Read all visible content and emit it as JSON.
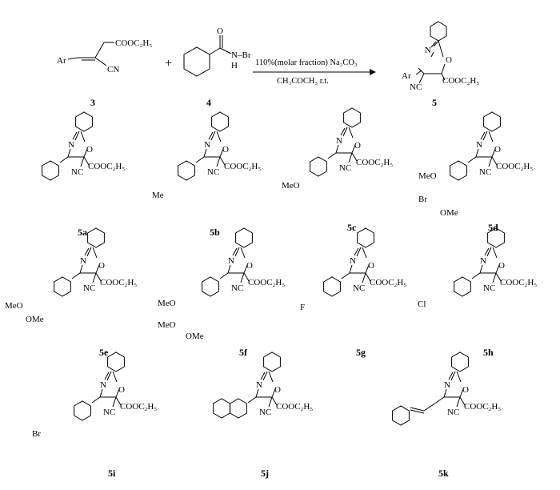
{
  "reaction": {
    "reactant_3": {
      "number": "3",
      "groups": {
        "ester": "COOC₂H₅",
        "nitrile": "CN",
        "aryl": "Ar"
      }
    },
    "reactant_4": {
      "number": "4",
      "atoms": {
        "oxygen": "O",
        "nitrogen": "N",
        "hydrogen": "H",
        "bromo": "–Br"
      }
    },
    "plus": "+",
    "conditions": {
      "above": "110%(molar fraction) Na₂CO₃",
      "below": "CH₃COCH₃ r.t."
    },
    "product_5": {
      "number": "5",
      "atoms": {
        "N": "N",
        "O": "O",
        "aryl": "Ar",
        "nitrile": "NC",
        "ester": "COOC₂H₅"
      }
    }
  },
  "ring_atoms": {
    "N": "N",
    "O": "O",
    "NC": "NC",
    "ester": "COOC₂H₅"
  },
  "compounds": [
    {
      "id": "5a",
      "sub": []
    },
    {
      "id": "5b",
      "sub": [
        "Me"
      ]
    },
    {
      "id": "5c",
      "sub": [
        "MeO"
      ]
    },
    {
      "id": "5d",
      "sub": [
        "MeO",
        "Br",
        "OMe"
      ]
    },
    {
      "id": "5e",
      "sub": [
        "MeO",
        "OMe"
      ]
    },
    {
      "id": "5f",
      "sub": [
        "MeO",
        "MeO",
        "OMe"
      ]
    },
    {
      "id": "5g",
      "sub": [
        "F"
      ]
    },
    {
      "id": "5h",
      "sub": [
        "Cl"
      ]
    },
    {
      "id": "5i",
      "sub": [
        "Br"
      ]
    },
    {
      "id": "5j",
      "sub": []
    },
    {
      "id": "5k",
      "sub": []
    }
  ]
}
